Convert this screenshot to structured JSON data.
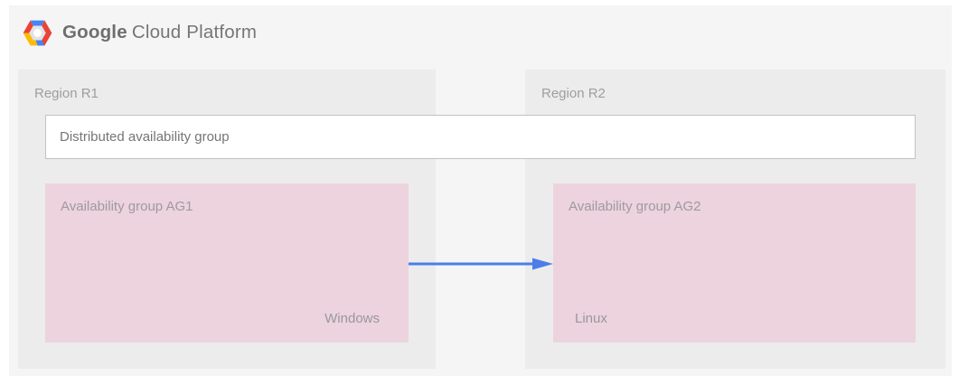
{
  "header": {
    "logo_icon": "gcp-hexagon-logo",
    "brand": {
      "google": "Google",
      "suffix": "Cloud Platform"
    }
  },
  "diagram": {
    "distributed_group": {
      "label": "Distributed availability group"
    },
    "regions": [
      {
        "label": "Region R1",
        "group": {
          "label": "Availability group AG1",
          "os": "Windows"
        }
      },
      {
        "label": "Region R2",
        "group": {
          "label": "Availability group AG2",
          "os": "Linux"
        }
      }
    ],
    "arrow": {
      "name": "replication-arrow",
      "direction": "left-to-right",
      "color": "#4c7de8"
    }
  },
  "colors": {
    "page_background": "#ffffff",
    "panel_background": "#f5f5f6",
    "region_background": "#ececec",
    "availability_group_background": "#ecd3de",
    "dag_box_background": "#ffffff",
    "dag_box_border": "#c2c2c2",
    "muted_text": "#9e9e9e",
    "brand_text": "#6e6e6e",
    "logo_red": "#EA4335",
    "logo_blue": "#4285F4",
    "logo_yellow": "#FBBC05"
  }
}
